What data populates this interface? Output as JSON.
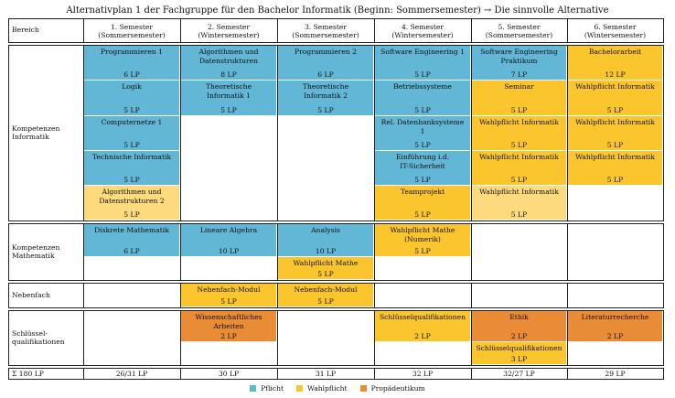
{
  "title": "Alternativplan 1 der Fachgruppe für den Bachelor Informatik (Beginn: Sommersemester) → Die sinnvolle Alternative",
  "header": {
    "bereich": "Bereich",
    "semesters": [
      {
        "name": "1. Semester",
        "term": "(Sommersemester)"
      },
      {
        "name": "2. Semester",
        "term": "(Wintersemester)"
      },
      {
        "name": "3. Semester",
        "term": "(Sommersemester)"
      },
      {
        "name": "4. Semester",
        "term": "(Wintersemester)"
      },
      {
        "name": "5. Semester",
        "term": "(Sommersemester)"
      },
      {
        "name": "6. Semester",
        "term": "(Wintersemester)"
      }
    ]
  },
  "areas": [
    {
      "label": "Kompetenzen\nInformatik"
    },
    {
      "label": "Kompetenzen\nMathematik"
    },
    {
      "label": "Nebenfach"
    },
    {
      "label": "Schlüssel-\nqualifikationen"
    }
  ],
  "colors": {
    "pflicht": "#62B6D6",
    "wahlpflicht": "#FBC52E",
    "wahlpflicht_light": "#FCDA7D",
    "propaedeutikum": "#EA8C35"
  },
  "modules": [
    {
      "name": "Programmieren 1",
      "lp": "6 LP",
      "type": "pflicht"
    },
    {
      "name": "Logik",
      "lp": "5 LP",
      "type": "pflicht"
    },
    {
      "name": "Computernetze 1",
      "lp": "5 LP",
      "type": "pflicht"
    },
    {
      "name": "Technische Informatik",
      "lp": "5 LP",
      "type": "pflicht"
    },
    {
      "name": "Algorithmen und\nDatenstrukturen 2",
      "lp": "5 LP",
      "type": "wahlpflicht_light"
    },
    {
      "name": "Algorithmen und\nDatenstrukturen",
      "lp": "8 LP",
      "type": "pflicht"
    },
    {
      "name": "Theoretische\nInformatik 1",
      "lp": "5 LP",
      "type": "pflicht"
    },
    {
      "name": "Programmieren 2",
      "lp": "6 LP",
      "type": "pflicht"
    },
    {
      "name": "Theoretische\nInformatik 2",
      "lp": "5 LP",
      "type": "pflicht"
    },
    {
      "name": "Software Engineering 1",
      "lp": "5 LP",
      "type": "pflicht"
    },
    {
      "name": "Betriebssysteme",
      "lp": "5 LP",
      "type": "pflicht"
    },
    {
      "name": "Rel. Datenbanksysteme\n1",
      "lp": "5 LP",
      "type": "pflicht"
    },
    {
      "name": "Einführung i.d.\nIT-Sicherheit",
      "lp": "5 LP",
      "type": "pflicht"
    },
    {
      "name": "Teamprojekt",
      "lp": "5 LP",
      "type": "wahlpflicht"
    },
    {
      "name": "Software Engineering\nPraktikum",
      "lp": "7 LP",
      "type": "pflicht"
    },
    {
      "name": "Seminar",
      "lp": "5 LP",
      "type": "wahlpflicht"
    },
    {
      "name": "Wahlpflicht Informatik",
      "lp": "5 LP",
      "type": "wahlpflicht"
    },
    {
      "name": "Wahlpflicht Informatik",
      "lp": "5 LP",
      "type": "wahlpflicht"
    },
    {
      "name": "Wahlpflicht Informatik",
      "lp": "5 LP",
      "type": "wahlpflicht_light"
    },
    {
      "name": "Bachelorarbeit",
      "lp": "12 LP",
      "type": "wahlpflicht"
    },
    {
      "name": "Wahlpflicht Informatik",
      "lp": "5 LP",
      "type": "wahlpflicht"
    },
    {
      "name": "Wahlpflicht Informatik",
      "lp": "5 LP",
      "type": "wahlpflicht"
    },
    {
      "name": "Wahlpflicht Informatik",
      "lp": "5 LP",
      "type": "wahlpflicht"
    },
    {
      "name": "Diskrete Mathematik",
      "lp": "6 LP",
      "type": "pflicht"
    },
    {
      "name": "Lineare Algebra",
      "lp": "10 LP",
      "type": "pflicht"
    },
    {
      "name": "Analysis",
      "lp": "10 LP",
      "type": "pflicht"
    },
    {
      "name": "Wahlpflicht Mathe",
      "lp": "5 LP",
      "type": "wahlpflicht"
    },
    {
      "name": "Wahlpflicht Mathe\n(Numerik)",
      "lp": "5 LP",
      "type": "wahlpflicht"
    },
    {
      "name": "Nebenfach-Modul",
      "lp": "5 LP",
      "type": "wahlpflicht"
    },
    {
      "name": "Nebenfach-Modul",
      "lp": "5 LP",
      "type": "wahlpflicht"
    },
    {
      "name": "Wissenschaftliches\nArbeiten",
      "lp": "2 LP",
      "type": "propaedeutikum"
    },
    {
      "name": "Schlüsselqualifikationen",
      "lp": "2 LP",
      "type": "wahlpflicht"
    },
    {
      "name": "Ethik",
      "lp": "2 LP",
      "type": "propaedeutikum"
    },
    {
      "name": "Schlüsselqualifikationen",
      "lp": "3 LP",
      "type": "wahlpflicht"
    },
    {
      "name": "Literaturrecherche",
      "lp": "2 LP",
      "type": "propaedeutikum"
    }
  ],
  "totals": {
    "label": "Σ 180 LP",
    "values": [
      "26/31 LP",
      "30 LP",
      "31 LP",
      "32 LP",
      "32/27 LP",
      "29 LP"
    ]
  },
  "legend": [
    {
      "label": "Pflicht",
      "type": "pflicht"
    },
    {
      "label": "Wahlpflicht",
      "type": "wahlpflicht"
    },
    {
      "label": "Propädeutikum",
      "type": "propaedeutikum"
    }
  ]
}
